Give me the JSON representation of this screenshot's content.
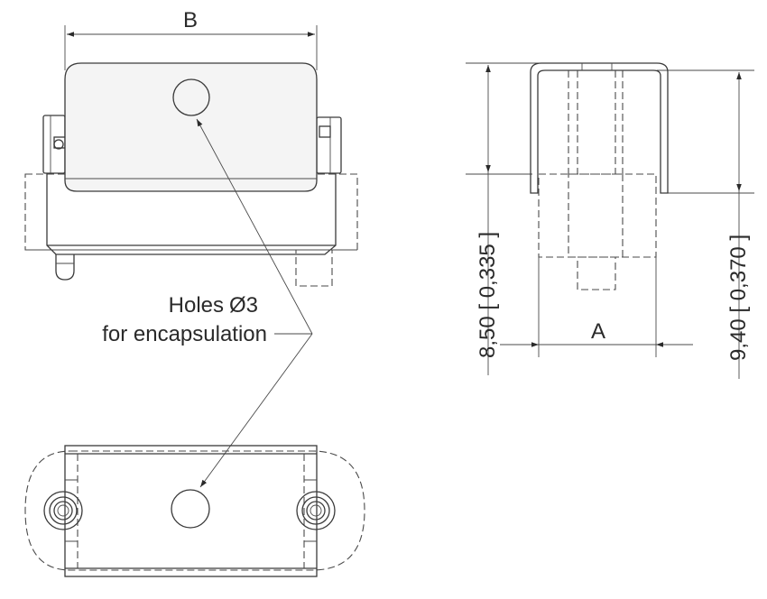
{
  "labels": {
    "dim_b": "B",
    "dim_a": "A",
    "holes_line1": "Holes",
    "holes_symbol": "Ø3",
    "holes_line2": "for encapsulation",
    "dim_left": "8,50 [ 0,335 ]",
    "dim_right": "9,40 [ 0,370 ]"
  },
  "colors": {
    "line": "#3a3a3a",
    "text": "#2a2a2a",
    "body_fill": "#f4f4f4",
    "background": "#ffffff"
  }
}
